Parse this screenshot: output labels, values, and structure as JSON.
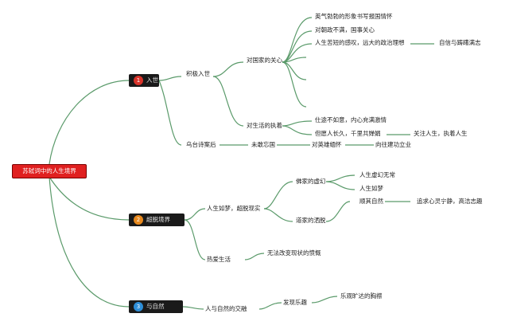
{
  "root": {
    "label": "苏轼词中的人生境界"
  },
  "branches": [
    {
      "number": "1",
      "label": "入世"
    },
    {
      "number": "2",
      "label": "超脱境界"
    },
    {
      "number": "3",
      "label": "与自然"
    }
  ],
  "nodes": {
    "active_world": "积极入世",
    "care_country": "对国家的关心",
    "patriot_image": "英气勃勃的形象书写报国情怀",
    "court_worry": "对朝政不满，国事关心",
    "life_short": "人生苦短的感叹，远大的政治理想",
    "self_confidence": "自信与踌躇满志",
    "life_persist": "对生活的执着",
    "career_frustration": "仕途不如意，内心充满激情",
    "wish_long_life": "但愿人长久，千里共婵娟",
    "care_life": "关注人生，执着人生",
    "wutai_case": "乌台诗案后",
    "dare_not_forget": "未敢忘国",
    "hero_longing": "对英雄缅怀",
    "aspire_merit": "向往建功立业",
    "life_dream": "人生如梦，超脱现实",
    "buddhist_illusion": "佛家的虚幻",
    "life_unreal": "人生虚幻无常",
    "life_as_dream": "人生如梦",
    "taoist_free": "道家的洒脱",
    "follow_nature": "顺其自然",
    "pursue_tranquil": "追求心灵宁静，高洁志趣",
    "love_life": "热爱生活",
    "cannot_change": "无法改变现状的愤慨",
    "nature_bond": "人与自然的交融",
    "find_joy": "发现乐趣",
    "optimistic_mind": "乐观旷达的胸襟"
  }
}
